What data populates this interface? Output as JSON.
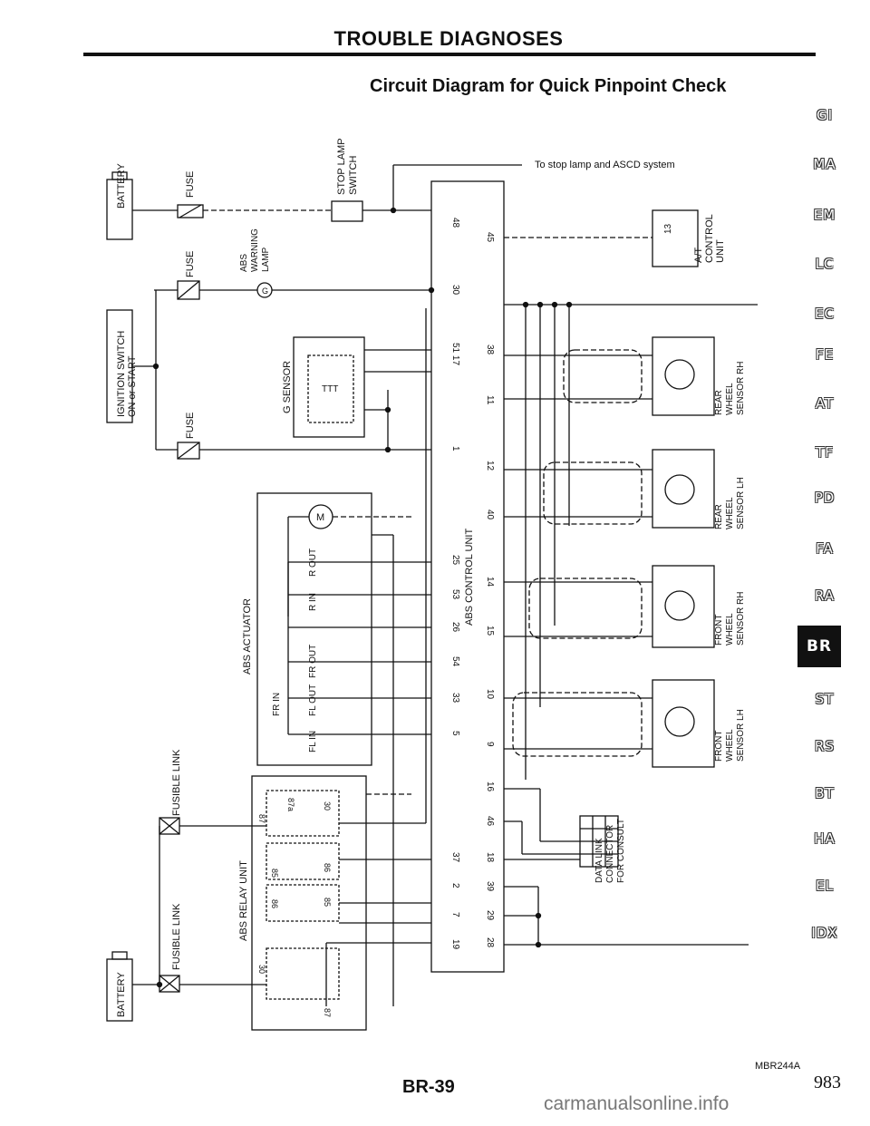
{
  "header": {
    "title": "TROUBLE DIAGNOSES",
    "subtitle": "Circuit Diagram for Quick Pinpoint Check"
  },
  "side_tabs": [
    {
      "label": "GI",
      "active": false
    },
    {
      "label": "MA",
      "active": false
    },
    {
      "label": "EM",
      "active": false
    },
    {
      "label": "LC",
      "active": false
    },
    {
      "label": "EC",
      "active": false
    },
    {
      "label": "FE",
      "active": false
    },
    {
      "label": "AT",
      "active": false
    },
    {
      "label": "TF",
      "active": false
    },
    {
      "label": "PD",
      "active": false
    },
    {
      "label": "FA",
      "active": false
    },
    {
      "label": "RA",
      "active": false
    },
    {
      "label": "BR",
      "active": true
    },
    {
      "label": "ST",
      "active": false
    },
    {
      "label": "RS",
      "active": false
    },
    {
      "label": "BT",
      "active": false
    },
    {
      "label": "HA",
      "active": false
    },
    {
      "label": "EL",
      "active": false
    },
    {
      "label": "IDX",
      "active": false
    }
  ],
  "diagram": {
    "battery_top": "BATTERY",
    "battery_bottom": "BATTERY",
    "fuse_1": "FUSE",
    "fuse_2": "FUSE",
    "fuse_3": "FUSE",
    "ignition_switch_1": "IGNITION SWITCH",
    "ignition_switch_2": "ON or START",
    "stop_lamp_switch_1": "STOP LAMP",
    "stop_lamp_switch_2": "SWITCH",
    "abs_warning_lamp_1": "ABS",
    "abs_warning_lamp_2": "WARNING",
    "abs_warning_lamp_3": "LAMP",
    "to_stop_lamp": "To stop lamp and ASCD system",
    "at_control_unit_1": "A/T",
    "at_control_unit_2": "CONTROL",
    "at_control_unit_3": "UNIT",
    "g_sensor": "G SENSOR",
    "abs_actuator": "ABS ACTUATOR",
    "abs_control_unit": "ABS CONTROL UNIT",
    "abs_relay_unit": "ABS RELAY UNIT",
    "fusible_link_1": "FUSIBLE LINK",
    "fusible_link_2": "FUSIBLE LINK",
    "solenoids": [
      "R OUT",
      "R IN",
      "FR OUT",
      "FR IN",
      "FL OUT",
      "FL IN"
    ],
    "sensors": [
      [
        "REAR",
        "WHEEL",
        "SENSOR RH"
      ],
      [
        "REAR",
        "WHEEL",
        "SENSOR LH"
      ],
      [
        "FRONT",
        "WHEEL",
        "SENSOR RH"
      ],
      [
        "FRONT",
        "WHEEL",
        "SENSOR LH"
      ]
    ],
    "data_link_1": "DATA LINK",
    "data_link_2": "CONNECTOR",
    "data_link_3": "FOR CONSULT",
    "left_pins": [
      "48",
      "30",
      "51 17",
      "1",
      "25",
      "53",
      "26",
      "54",
      "33",
      "5",
      "37",
      "2",
      "7",
      "19"
    ],
    "right_pins": [
      "45",
      "38",
      "11",
      "12",
      "40",
      "14",
      "15",
      "10",
      "9",
      "16",
      "46",
      "18",
      "39",
      "29",
      "28"
    ],
    "at_pin": "13",
    "relay_pins": [
      "87a",
      "30",
      "87",
      "85",
      "86",
      "86",
      "85",
      "30",
      "87"
    ],
    "motor": "M",
    "warning_lamp_pin": "G",
    "g_sensor_coil": "TTT"
  },
  "footer": {
    "figure_code": "MBR244A",
    "page_number": "BR-39",
    "page_total": "983",
    "watermark": "carmanualsonline.info"
  }
}
